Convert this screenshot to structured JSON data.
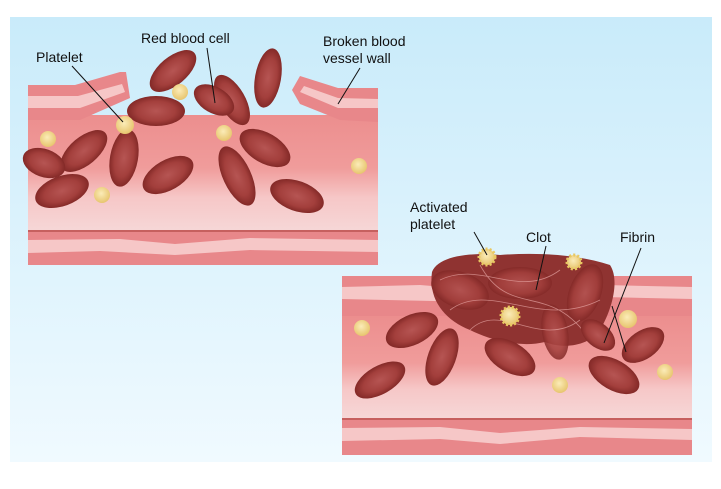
{
  "labels": {
    "platelet": "Platelet",
    "red_blood_cell": "Red blood cell",
    "broken_wall_line1": "Broken blood",
    "broken_wall_line2": "vessel wall",
    "activated_line1": "Activated",
    "activated_line2": "platelet",
    "clot": "Clot",
    "fibrin": "Fibrin"
  },
  "colors": {
    "background_top": "#c9ebfa",
    "background_bottom": "#eef9fe",
    "vessel_wall": "#e8878a",
    "vessel_inner": "#f6c7c7",
    "lumen": "#f2a9a8",
    "rbc": "#a8403e",
    "rbc_dark": "#7e2624",
    "platelet": "#f1d58a"
  }
}
